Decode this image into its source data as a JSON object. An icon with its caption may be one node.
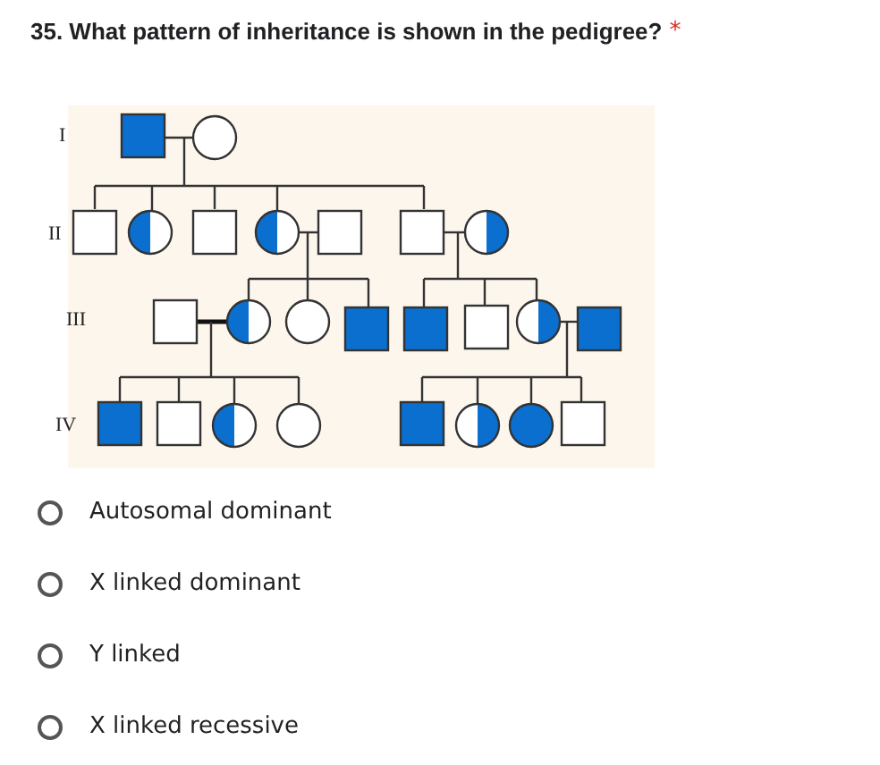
{
  "diagram": {
    "title": "35. What pattern of inheritance is shown in the pedigree?",
    "labels": [
      "*",
      "I",
      "II",
      "III",
      "IV",
      "Autosomal dominant",
      "X linked dominant",
      "Y linked",
      "X linked recessive"
    ]
  }
}
